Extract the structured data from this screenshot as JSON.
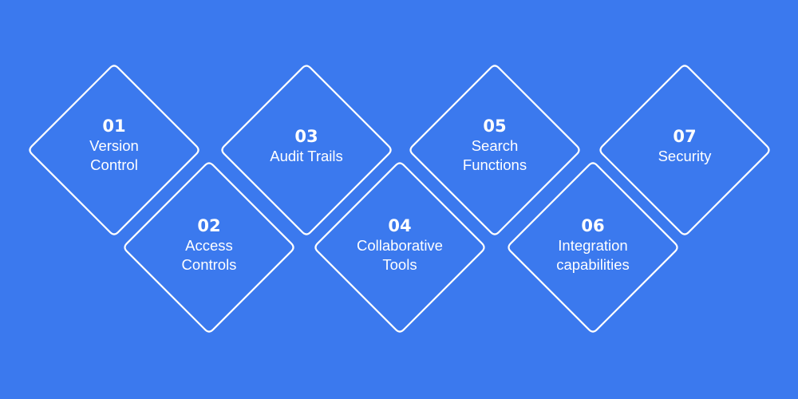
{
  "diagram": {
    "background_color": "#3b79ee",
    "stroke_color": "#ffffff",
    "items": [
      {
        "number": "01",
        "lines": [
          "Version",
          "Control"
        ]
      },
      {
        "number": "02",
        "lines": [
          "Access",
          "Controls"
        ]
      },
      {
        "number": "03",
        "lines": [
          "Audit Trails"
        ]
      },
      {
        "number": "04",
        "lines": [
          "Collaborative",
          "Tools"
        ]
      },
      {
        "number": "05",
        "lines": [
          "Search",
          "Functions"
        ]
      },
      {
        "number": "06",
        "lines": [
          "Integration",
          "capabilities"
        ]
      },
      {
        "number": "07",
        "lines": [
          "Security"
        ]
      }
    ]
  }
}
